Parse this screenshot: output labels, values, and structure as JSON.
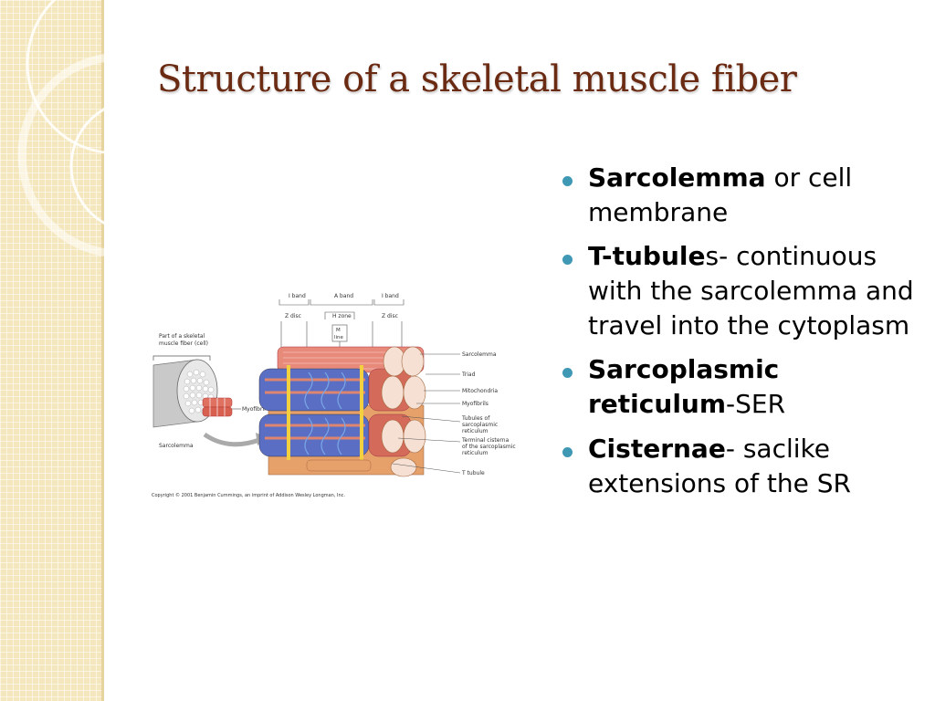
{
  "slide": {
    "title": "Structure of a skeletal muscle fiber",
    "colors": {
      "title": "#6b2a12",
      "bullet": "#3f98b4",
      "strip": "#f4e6bd"
    }
  },
  "figure": {
    "label_part": "Part of a skeletal",
    "label_part2": "muscle fiber (cell)",
    "label_sarcolemma_left": "Sarcolemma",
    "label_myofibril": "Myofibril",
    "label_i_band_1": "I band",
    "label_a_band": "A band",
    "label_i_band_2": "I band",
    "label_z_disc_1": "Z disc",
    "label_h_zone": "H zone",
    "label_z_disc_2": "Z disc",
    "label_m": "M",
    "label_line": "line",
    "label_sarcolemma": "Sarcolemma",
    "label_triad": "Triad",
    "label_mitochondria": "Mitochondria",
    "label_myofibrils": "Myofibrils",
    "label_tubules_1": "Tubules of",
    "label_tubules_2": "sarcoplasmic",
    "label_tubules_3": "reticulum",
    "label_cisterna_1": "Terminal cisterna",
    "label_cisterna_2": "of the sarcoplasmic",
    "label_cisterna_3": "reticulum",
    "label_t_tubule": "T tubule",
    "copyright": "Copyright © 2001 Benjamin Cummings, an imprint of Addison Wesley Longman, Inc."
  },
  "bullets": [
    {
      "bold": "Sarcolemma",
      "rest": " or cell membrane"
    },
    {
      "bold": "T-tubule",
      "rest": "s- continuous with the sarcolemma and travel into the cytoplasm"
    },
    {
      "bold": "Sarcoplasmic reticulum",
      "rest": "-SER"
    },
    {
      "bold": "Cisternae",
      "rest": "- saclike extensions of the SR"
    }
  ]
}
